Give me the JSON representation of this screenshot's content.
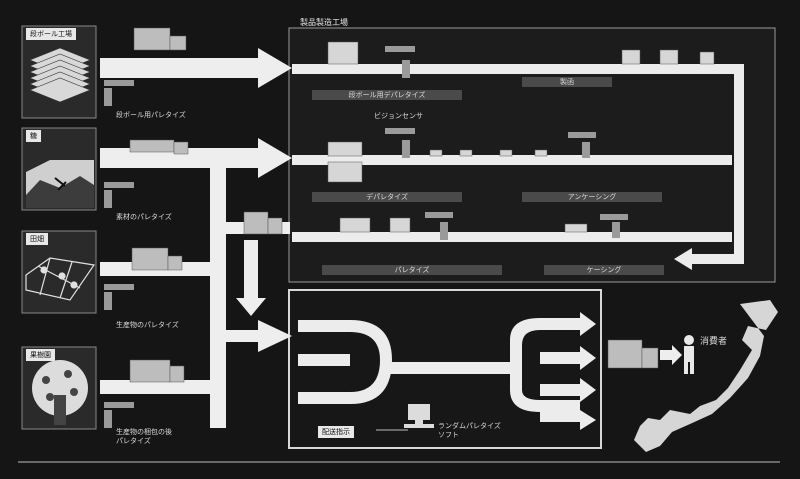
{
  "factory_title": "製品製造工場",
  "sources": [
    {
      "title": "段ボール工場",
      "robot_label": "段ボール用パレタイズ"
    },
    {
      "title": "糖",
      "robot_label": "素材のパレタイズ"
    },
    {
      "title": "田畑",
      "robot_label": "生産物のパレタイズ"
    },
    {
      "title": "果樹園",
      "robot_label": "生産物の梱包の後\nパレタイズ"
    }
  ],
  "factory_lines": {
    "line1_label": "段ボール用デパレタイズ",
    "line1_box": "製函",
    "vision": "ビジョンセンサ",
    "line2_left": "デパレタイズ",
    "line2_right": "アンケーシング",
    "line3_left": "パレタイズ",
    "line3_right": "ケーシング"
  },
  "distribution": {
    "order_label": "配送指示",
    "software_label": "ランダムパレタイズ\nソフト"
  },
  "consumer": "消費者"
}
